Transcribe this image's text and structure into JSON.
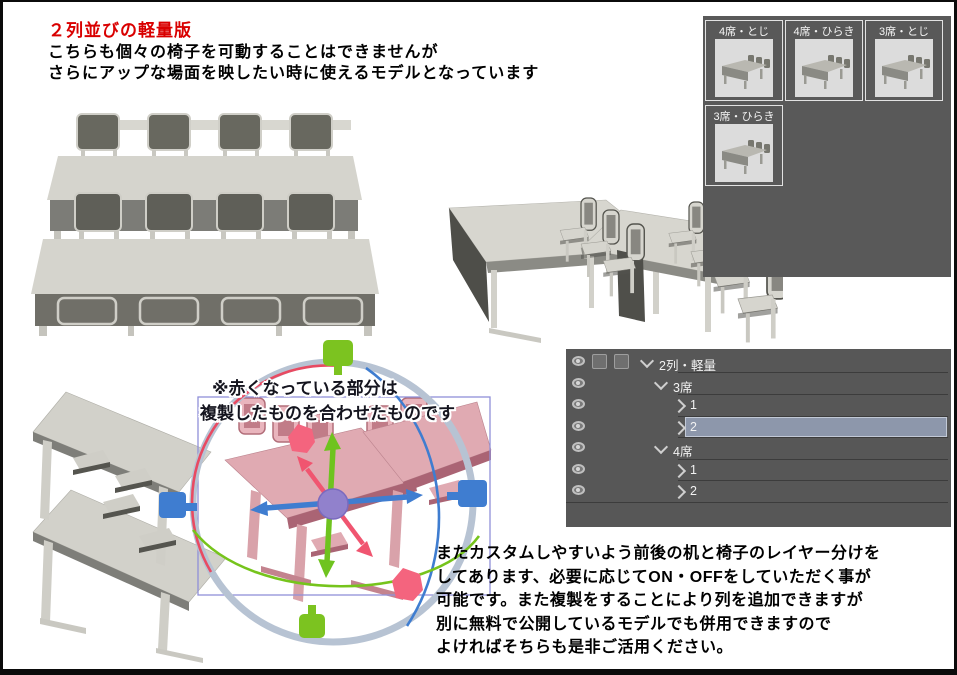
{
  "header": {
    "title": "２列並びの軽量版",
    "line1": "こちらも個々の椅子を可動することはできませんが",
    "line2": "さらにアップな場面を映したい時に使えるモデルとなっています"
  },
  "variant_panel": {
    "items": [
      {
        "label": "4席・とじ"
      },
      {
        "label": "4席・ひらき"
      },
      {
        "label": "3席・とじ"
      },
      {
        "label": "3席・ひらき"
      }
    ]
  },
  "annotation": {
    "line1": "※赤くなっている部分は",
    "line2": "複製したものを合わせたものです"
  },
  "layer_panel": {
    "rows": [
      {
        "label": "2列・軽量"
      },
      {
        "label": "3席"
      },
      {
        "label": "1"
      },
      {
        "label": "2"
      },
      {
        "label": "4席"
      },
      {
        "label": "1"
      },
      {
        "label": "2"
      }
    ]
  },
  "footer": {
    "line1": "またカスタムしやすいよう前後の机と椅子のレイヤー分けを",
    "line2": "してあります、必要に応じてON・OFFをしていただく事が",
    "line3": "可能です。また複製をすることにより列を追加できますが",
    "line4": "別に無料で公開しているモデルでも併用できますので",
    "line5": "よければそちらも是非ご活用ください。"
  },
  "colors": {
    "title_red": "#d90000",
    "panel_gray": "#595959",
    "layer_panel_gray": "#575757",
    "layer_selected": "#8d97ab",
    "model_gray": "#d2d1ca",
    "model_pink": "#dfa8b0",
    "gizmo_ring": "#b7c3d3",
    "gizmo_green": "#6fc31f",
    "gizmo_blue": "#3f7dd0",
    "gizmo_pink": "#f4647e",
    "gizmo_center_purple": "#9181cc"
  }
}
